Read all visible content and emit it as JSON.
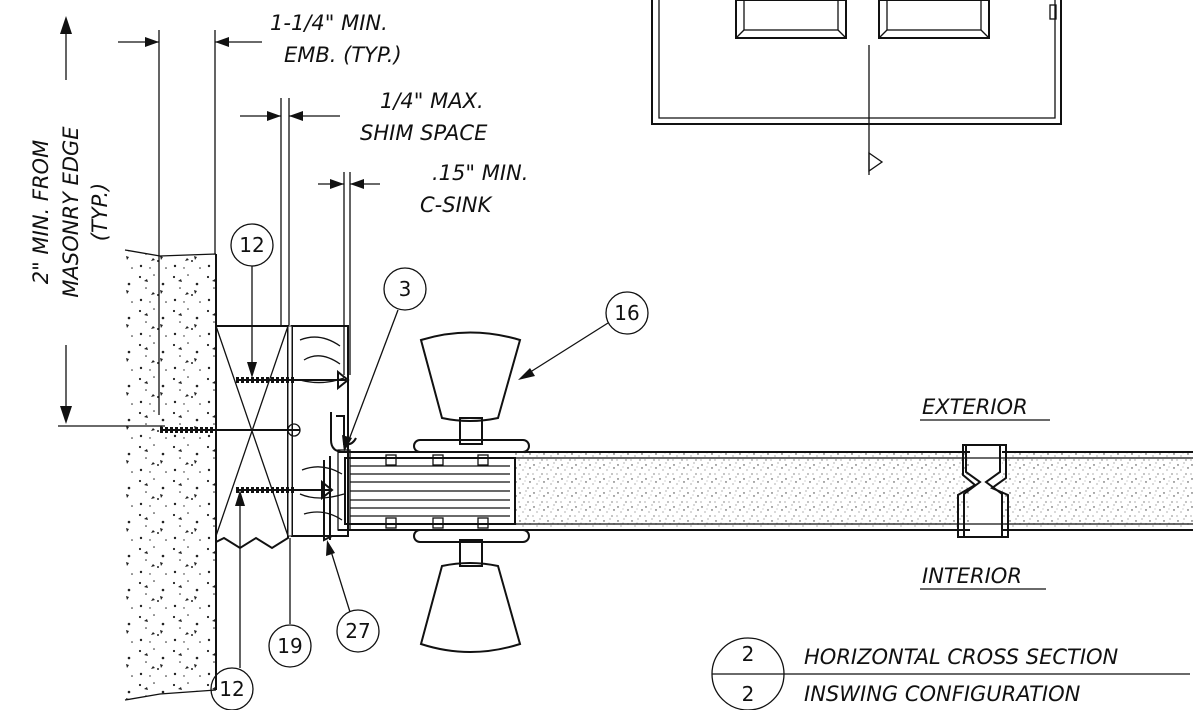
{
  "dimensions": {
    "embedment": [
      "1-1/4\" MIN.",
      "EMB. (TYP.)"
    ],
    "shim": [
      "1/4\" MAX.",
      "SHIM SPACE"
    ],
    "csink": [
      ".15\" MIN.",
      "C-SINK"
    ],
    "edge": [
      "2\" MIN. FROM",
      "MASONRY EDGE",
      "(TYP.)"
    ]
  },
  "callouts": {
    "c12_top": "12",
    "c3": "3",
    "c16": "16",
    "c12_bottom": "12",
    "c19": "19",
    "c27": "27"
  },
  "sides": {
    "exterior": "EXTERIOR",
    "interior": "INTERIOR"
  },
  "title": {
    "detail_number": "2",
    "sheet_number": "2",
    "line1": "HORIZONTAL CROSS SECTION",
    "line2": "INSWING CONFIGURATION"
  }
}
